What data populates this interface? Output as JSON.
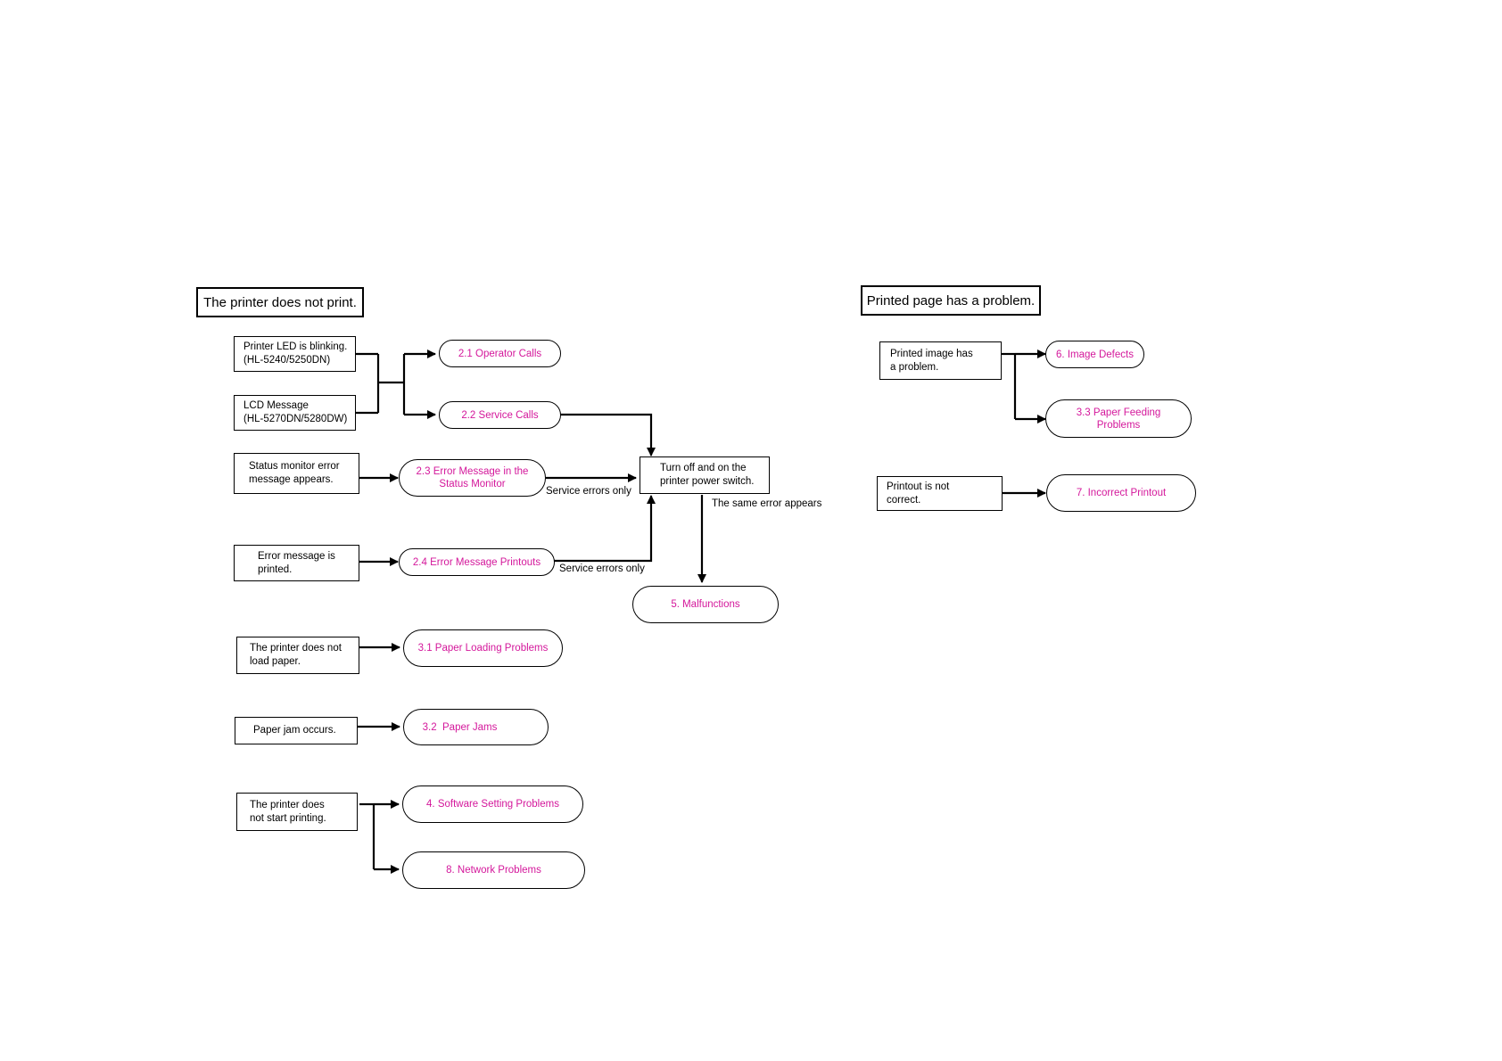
{
  "colors": {
    "line": "#000000",
    "link": "#d4179b",
    "background": "#ffffff"
  },
  "left": {
    "title": "The printer does not print.",
    "conditions": {
      "led_blinking": "Printer LED is blinking.\n(HL-5240/5250DN)",
      "lcd_message": "LCD Message\n(HL-5270DN/5280DW)",
      "status_monitor": "Status monitor error\nmessage appears.",
      "error_printed": "Error message is\nprinted.",
      "no_load_paper": "The printer does not\nload paper.",
      "paper_jam": "Paper jam occurs.",
      "no_start_printing": "The printer does\nnot start printing."
    },
    "links": {
      "operator_calls": "2.1 Operator Calls",
      "service_calls": "2.2 Service Calls",
      "error_status_monitor": "2.3 Error Message in the\nStatus Monitor",
      "error_printouts": "2.4 Error Message Printouts",
      "malfunctions": "5. Malfunctions",
      "paper_loading": "3.1 Paper Loading Problems",
      "paper_jams": "3.2  Paper Jams",
      "software_setting": "4. Software Setting Problems",
      "network": "8. Network Problems"
    },
    "action": "Turn off and on the\nprinter power switch.",
    "edge_labels": {
      "service_errors_1": "Service errors only",
      "service_errors_2": "Service errors only",
      "same_error": "The same error appears"
    }
  },
  "right": {
    "title": "Printed page has a problem.",
    "conditions": {
      "image_problem": "Printed image has\na problem.",
      "printout_incorrect": "Printout is not\ncorrect."
    },
    "links": {
      "image_defects": "6. Image Defects",
      "paper_feeding": "3.3 Paper Feeding\nProblems",
      "incorrect_printout": "7. Incorrect Printout"
    }
  }
}
